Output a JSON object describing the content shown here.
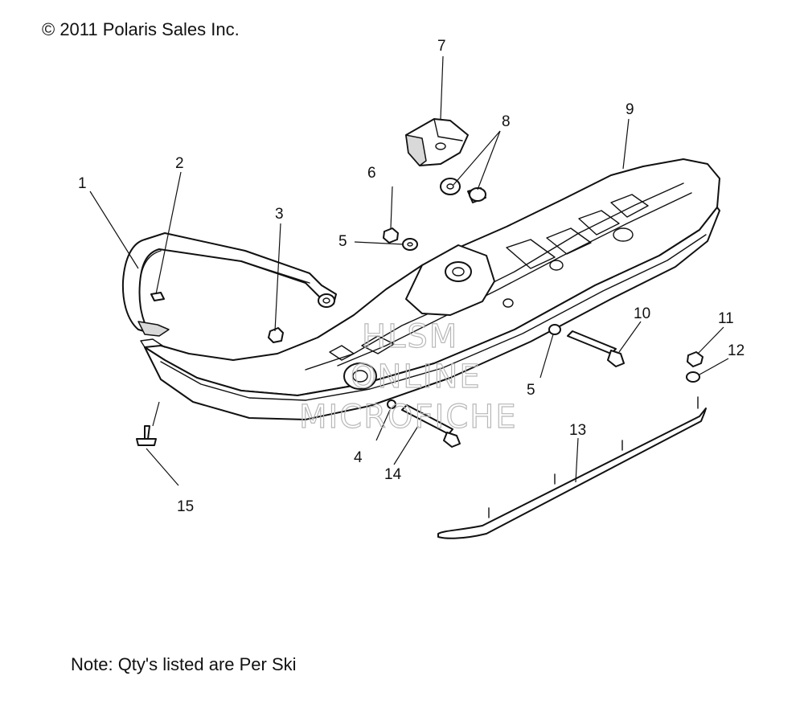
{
  "copyright": "© 2011 Polaris Sales Inc.",
  "note": "Note: Qty's listed are Per Ski",
  "watermark": [
    "HLSM",
    "ONLINE",
    "MICROFICHE"
  ],
  "callouts": [
    "1",
    "2",
    "3",
    "4",
    "5",
    "5",
    "6",
    "7",
    "8",
    "9",
    "10",
    "11",
    "12",
    "13",
    "14",
    "15"
  ]
}
